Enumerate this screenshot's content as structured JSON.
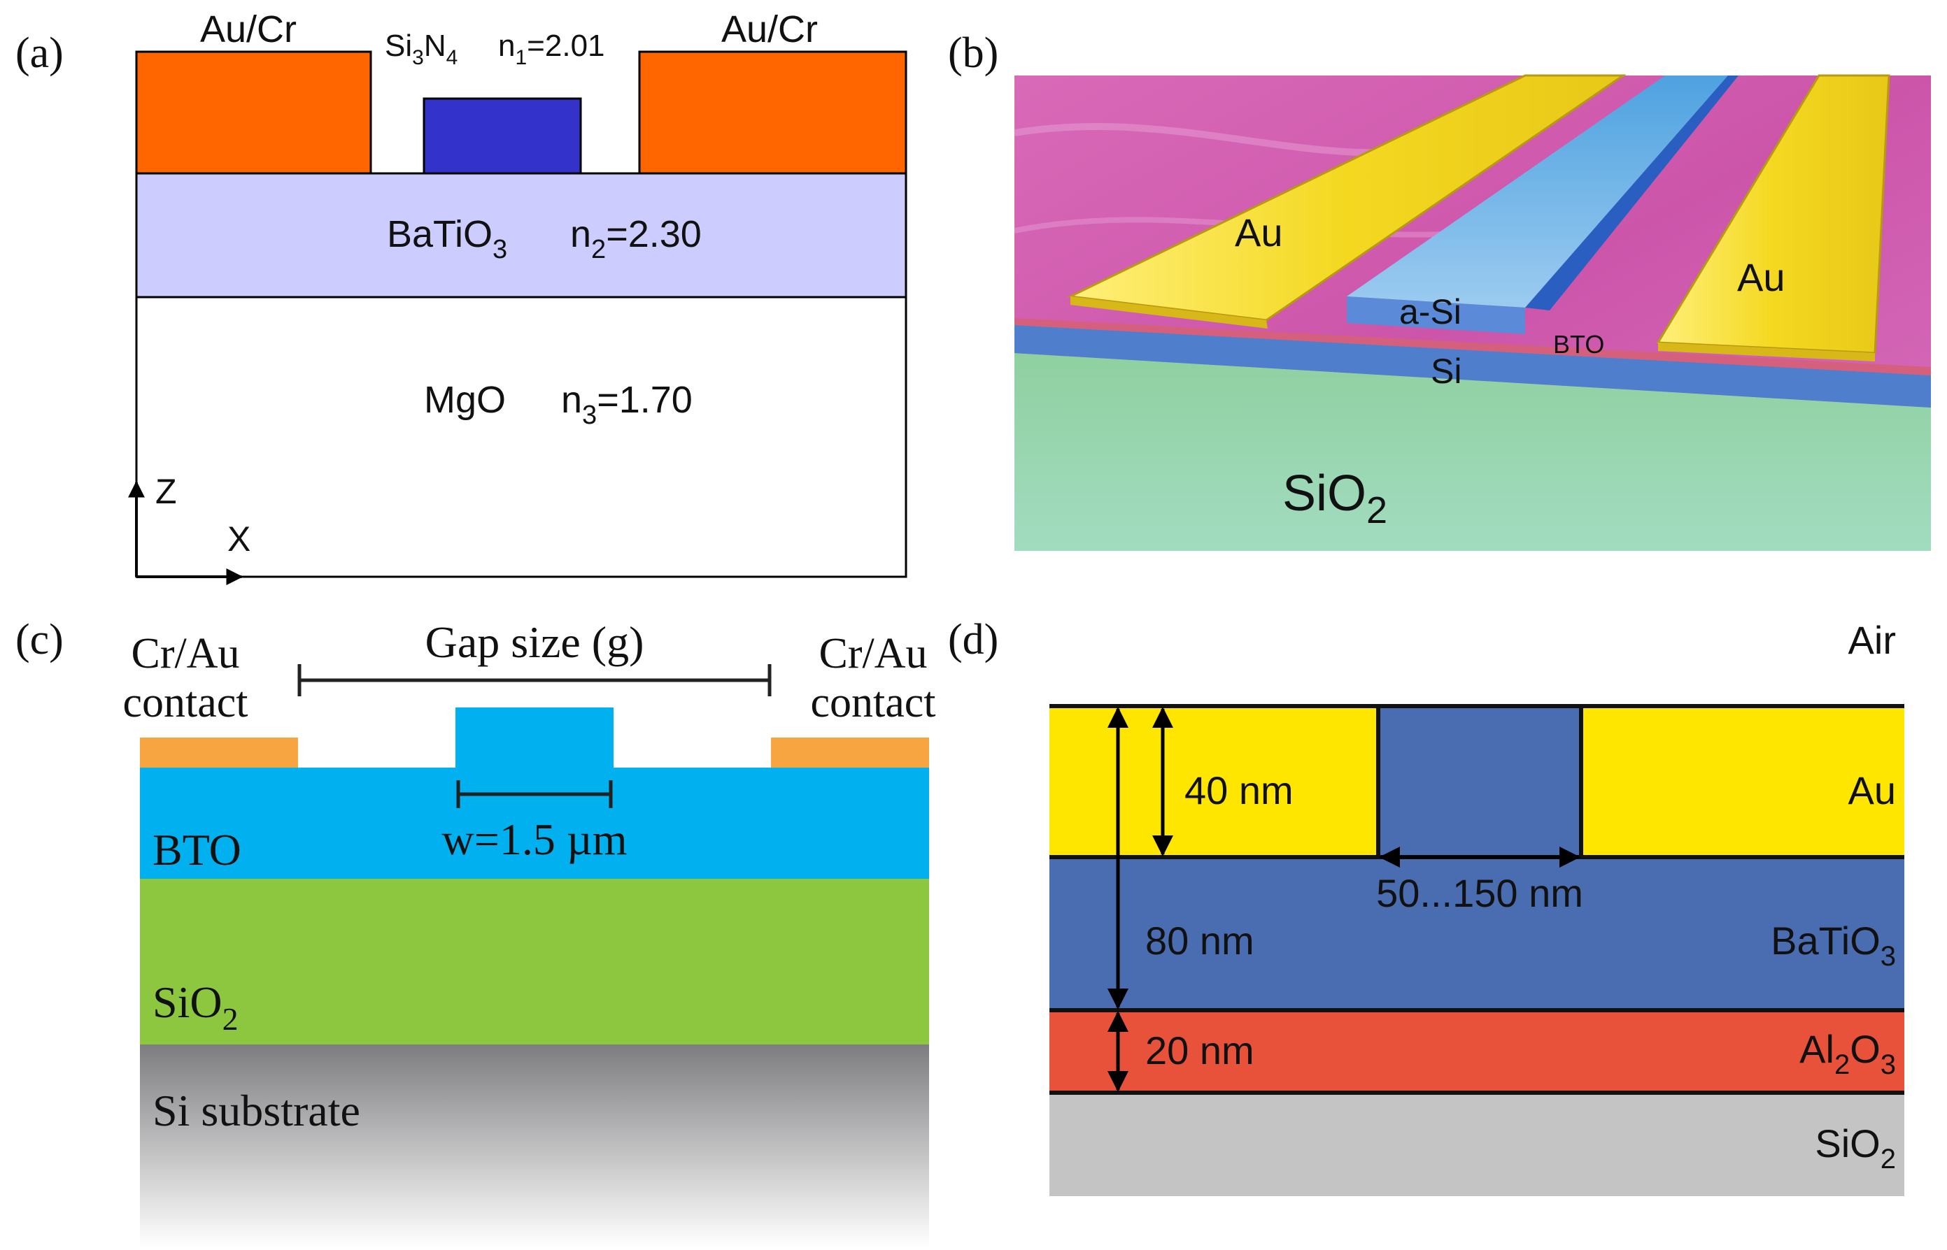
{
  "panels": {
    "a": {
      "label": "(a)",
      "left_electrode": "Au/Cr",
      "right_electrode": "Au/Cr",
      "waveguide_label": {
        "text": "Si",
        "sub1": "3",
        "mid": "N",
        "sub2": "4"
      },
      "waveguide_index": {
        "n": "n",
        "sub": "1",
        "val": "=2.01"
      },
      "film_label": {
        "text": "BaTiO",
        "sub": "3"
      },
      "film_index": {
        "n": "n",
        "sub": "2",
        "val": "=2.30"
      },
      "substrate_label": "MgO",
      "substrate_index": {
        "n": "n",
        "sub": "3",
        "val": "=1.70"
      },
      "axis_z": "Z",
      "axis_x": "X",
      "colors": {
        "electrode": "#ff6600",
        "waveguide": "#3333cc",
        "film": "#ccccff",
        "substrate": "#ffffff"
      }
    },
    "b": {
      "label": "(b)",
      "left_electrode": "Au",
      "right_electrode": "Au",
      "rib": "a-Si",
      "thin_layer": "BTO",
      "layer": "Si",
      "substrate": {
        "text": "SiO",
        "sub": "2"
      },
      "colors": {
        "background": "#d65cb3",
        "gold": "#f2dc2a",
        "rib": "#7ab6e8",
        "si": "#4a78c8",
        "sio2": "#8fd4a8"
      }
    },
    "c": {
      "label": "(c)",
      "left_contact": [
        "Cr/Au",
        "contact"
      ],
      "right_contact": [
        "Cr/Au",
        "contact"
      ],
      "gap_label": "Gap size (g)",
      "width_label": "w=1.5 µm",
      "film": "BTO",
      "cladding": {
        "text": "SiO",
        "sub": "2"
      },
      "substrate": "Si substrate",
      "colors": {
        "contact": "#f7a540",
        "film": "#00b0ef",
        "cladding": "#8dc63f",
        "substrate": "#8a8a8c"
      }
    },
    "d": {
      "label": "(d)",
      "top": "Air",
      "metal": "Au",
      "film": {
        "text": "BaTiO",
        "sub": "3"
      },
      "buffer": {
        "text": "Al",
        "sub1": "2",
        "mid": "O",
        "sub2": "3"
      },
      "substrate": {
        "text": "SiO",
        "sub": "2"
      },
      "dim_metal": "40 nm",
      "dim_total": "80 nm",
      "dim_buffer": "20 nm",
      "dim_gap": "50...150 nm",
      "colors": {
        "metal": "#ffe600",
        "film": "#4a6cb0",
        "buffer": "#e8523a",
        "substrate": "#c4c4c4"
      }
    }
  }
}
